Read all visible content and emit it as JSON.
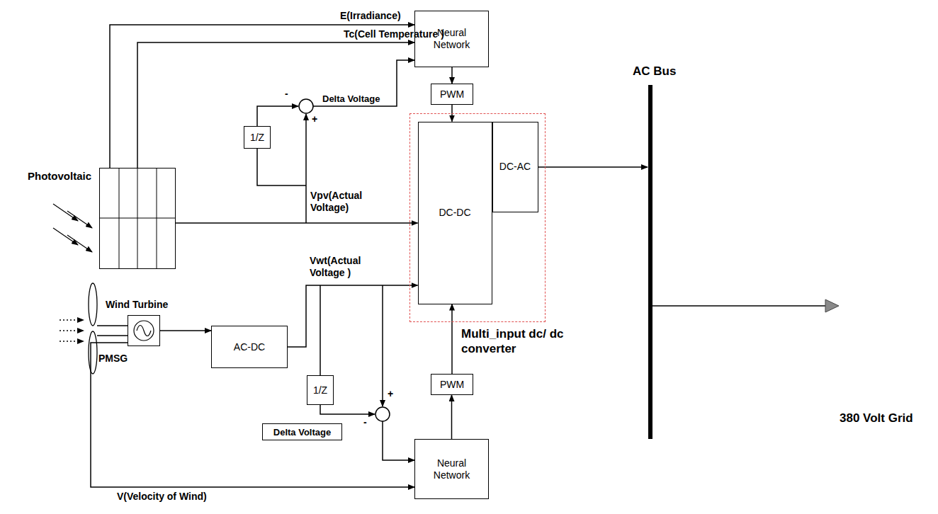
{
  "diagram": {
    "nodes": [
      {
        "text": [
          "Neural Network"
        ]
      },
      {
        "text": [
          "PWM"
        ]
      },
      {
        "text": [
          "Photovoltaic"
        ]
      },
      {
        "text": [
          "1/Z"
        ]
      },
      {
        "text": [
          "Multi_input dc/ dc converter"
        ]
      },
      {
        "text": [
          "DC-DC"
        ],
        "in": 4
      },
      {
        "text": [
          "DC-AC"
        ],
        "in": 4
      },
      {
        "text": [
          "Wind Turbine",
          "PMSG"
        ]
      },
      {
        "text": [
          "AC-DC"
        ]
      },
      {
        "text": [
          "1/Z"
        ]
      },
      {
        "text": [
          "PWM"
        ]
      },
      {
        "text": [
          "Delta Voltage"
        ]
      },
      {
        "text": [
          "Neural Network"
        ]
      }
    ],
    "edges": [
      {
        "from": 2,
        "to": 0,
        "arrow": "to",
        "label": "E(Irradiance)"
      },
      {
        "from": 2,
        "to": 0,
        "arrow": "to",
        "label": "Tc(Cell Temperature )"
      },
      {
        "from": 2,
        "to": 5,
        "arrow": "to"
      },
      {
        "from": 0,
        "to": 1,
        "arrow": "to"
      },
      {
        "from": 1,
        "to": 5,
        "arrow": "to"
      },
      {
        "from": 8,
        "to": 5,
        "arrow": "to"
      },
      {
        "from": 7,
        "to": 8,
        "arrow": "to"
      },
      {
        "from": 12,
        "to": 10,
        "arrow": "to"
      },
      {
        "from": 10,
        "to": 5,
        "arrow": "to"
      },
      {
        "from": 7,
        "to": 12,
        "arrow": "to",
        "label": "V(Velocity of Wind)"
      }
    ],
    "labels": [
      "Delta Voltage",
      "-",
      "+",
      "Vpv(Actual Voltage)",
      "Vwt(Actual Voltage )",
      "+",
      "-",
      "AC Bus",
      "380 Volt Grid"
    ]
  }
}
